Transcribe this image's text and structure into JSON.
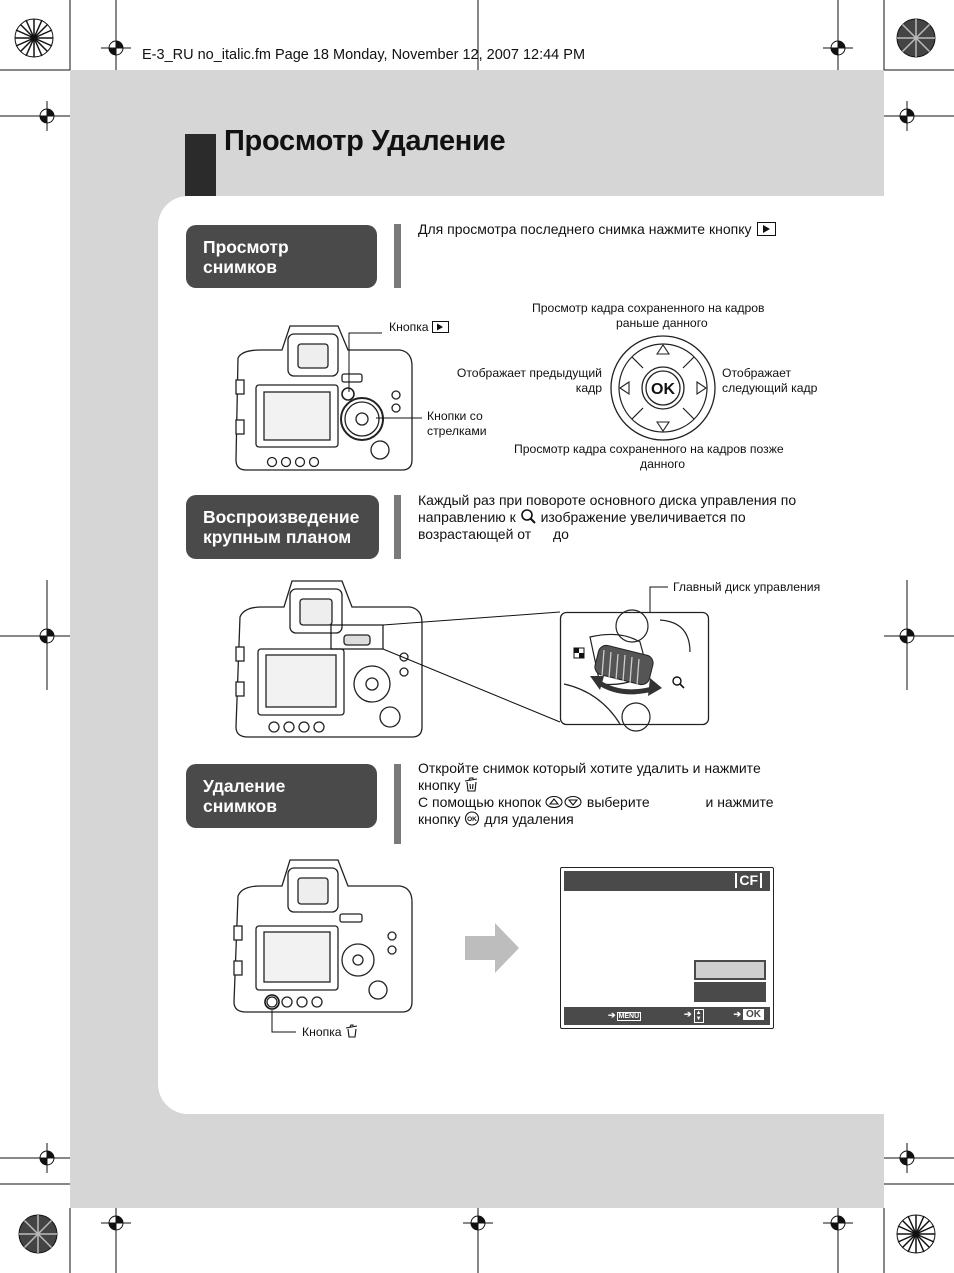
{
  "header_line": "E-3_RU no_italic.fm  Page 18  Monday, November 12, 2007  12:44 PM",
  "title": "Просмотр   Удаление",
  "sections": {
    "view": {
      "pill_line1": "Просмотр",
      "pill_line2": "снимков",
      "text": "Для просмотра последнего снимка нажмите кнопку"
    },
    "zoom": {
      "pill_line1": "Воспроизведение",
      "pill_line2": "крупным планом",
      "text_line1": "Каждый раз при повороте основного диска управления по",
      "text_line2a": "направлению к",
      "text_line2b": "изображение увеличивается по",
      "text_line3a": "возрастающей от",
      "text_line3b": "до"
    },
    "delete": {
      "pill_line1": "Удаление",
      "pill_line2": "снимков",
      "text_line1": "Откройте снимок  который хотите удалить и нажмите",
      "text_line2": "кнопку",
      "text_line3a": "С помощью кнопок",
      "text_line3b": "выберите",
      "text_line3c": "и нажмите",
      "text_line4a": "кнопку",
      "text_line4b": "для удаления"
    }
  },
  "diagram1": {
    "button_label": "Кнопка",
    "arrows_label_line1": "Кнопки со",
    "arrows_label_line2": "стрелками",
    "top_line1": "Просмотр кадра  сохраненного на      кадров",
    "top_line2": "раньше данного",
    "left_line1": "Отображает предыдущий",
    "left_line2": "кадр",
    "right_line1": "Отображает",
    "right_line2": "следующий кадр",
    "bottom_line1": "Просмотр кадра  сохраненного на       кадров позже",
    "bottom_line2": "данного",
    "ok": "OK"
  },
  "diagram2": {
    "dial_label": "Главный диск управления"
  },
  "diagram3": {
    "button_label": "Кнопка",
    "screen_media": "CF",
    "foot_menu": "MENU",
    "foot_ok": "OK"
  },
  "icons": [
    "play-icon",
    "magnifier-icon",
    "trash-icon",
    "ok-icon",
    "up-down-buttons-icon",
    "arrow-right-icon",
    "registration-mark-icon",
    "color-wheel-icon"
  ]
}
